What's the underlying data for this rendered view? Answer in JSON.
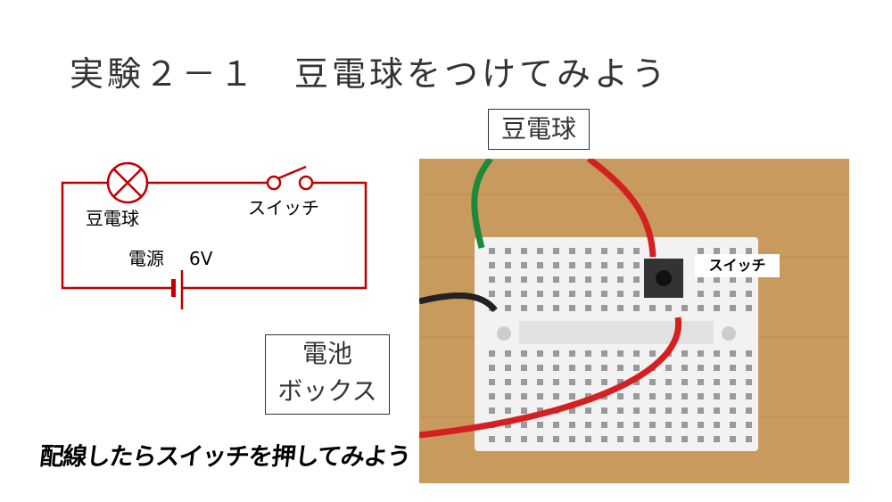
{
  "title": "実験２－１　豆電球をつけてみよう",
  "photo_labels": {
    "bulb": "豆電球",
    "battery_line1": "電池",
    "battery_line2": "ボックス",
    "switch": "スイッチ"
  },
  "diagram": {
    "bulb": "豆電球",
    "switch": "スイッチ",
    "power": "電源",
    "voltage": "6V",
    "wire_color": "#c00000"
  },
  "instruction": "配線したらスイッチを押してみよう"
}
